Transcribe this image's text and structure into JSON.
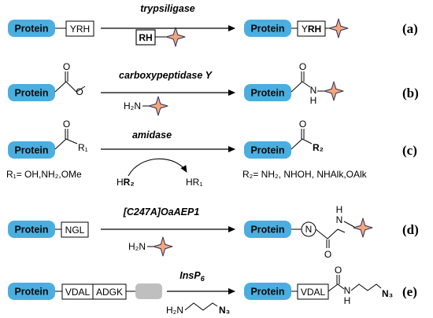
{
  "colors": {
    "protein_fill": "#4aaee0",
    "star_fill": "#f3a77e",
    "star_stroke": "#2f2f5a",
    "grey_tag": "#bfbfbf"
  },
  "icons": {
    "star": "four-point-star-label-icon",
    "reaction_arrow": "arrow-right-icon",
    "curved_arrow": "curved-arrow-icon"
  },
  "protein_label": "Protein",
  "panels": [
    {
      "letter": "(a)",
      "enzyme": "trypsiligase",
      "substrate_tag": "YRH",
      "reagent_box": "RH",
      "product_tag_plain": "Y",
      "product_tag_bold": "RH"
    },
    {
      "letter": "(b)",
      "enzyme": "carboxypeptidase Y",
      "ester_o_top": "O",
      "ester_o": "O",
      "nucleophile": "H₂N",
      "product_o": "O",
      "product_nh_n": "N",
      "product_nh_h": "H"
    },
    {
      "letter": "(c)",
      "enzyme": "amidase",
      "carbonyl_o": "O",
      "r1": "R₁",
      "r1_def": "R₁= OH,NH₂,OMe",
      "reagent_h": "H",
      "reagent_r2": "R₂",
      "byproduct": "HR₁",
      "product_o": "O",
      "product_r2": "R₂",
      "r2_def": "R₂= NH₂, NHOH, NHAlk,OAlk"
    },
    {
      "letter": "(d)",
      "enzyme": "[C247A]OaAEP1",
      "substrate_tag": "NGL",
      "nucleophile": "H₂N",
      "ring_atom": "N",
      "product_o": "O",
      "product_nh_n": "N",
      "product_nh_h": "H"
    },
    {
      "letter": "(e)",
      "enzyme_main": "InsP",
      "enzyme_sub": "6",
      "tag1": "VDAL",
      "tag2": "ADGK",
      "reagent_h2n": "H₂N",
      "reagent_n3": "N₃",
      "product_tag": "VDAL",
      "product_o": "O",
      "product_n": "N",
      "product_h": "H",
      "product_n3": "N₃"
    }
  ]
}
